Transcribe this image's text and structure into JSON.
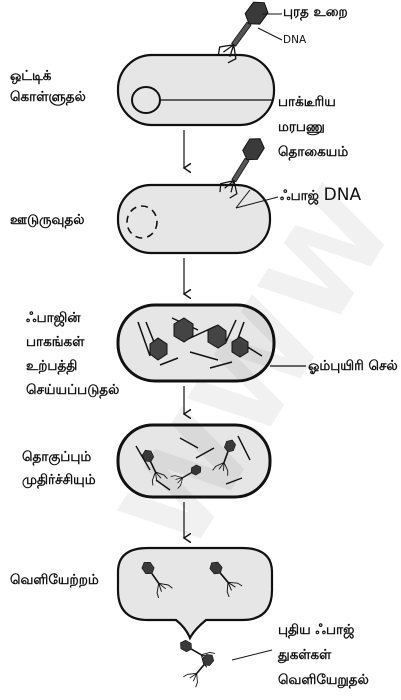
{
  "watermark": "WWW",
  "labels": {
    "coat": "புரத உறை",
    "dna_top": "DNA",
    "attach": [
      "ஒட்டிக்",
      "கொள்ளுதல்"
    ],
    "bact_dna": [
      "பாக்டீரிய",
      "மரபணு",
      "தொகையம்"
    ],
    "penetrate": "ஊடுருவுதல்",
    "phage_dna_prefix": "ஃபாஜ்",
    "phage_dna_suffix": "DNA",
    "synth": [
      "ஃபாஜின்",
      "பாகங்கள்",
      "உற்பத்தி",
      "செய்யப்படுதல்"
    ],
    "host": "ஓம்புயிரி செல்",
    "assembly": [
      "தொகுப்பும்",
      "முதிர்ச்சியும்"
    ],
    "release": "வெளியேற்றம்",
    "new_phage": [
      "புதிய ஃபாஜ்",
      "துகள்கள்",
      "வெளியேறுதல்"
    ]
  },
  "fill_color": "#e6e6e6",
  "ink_color": "#111111"
}
